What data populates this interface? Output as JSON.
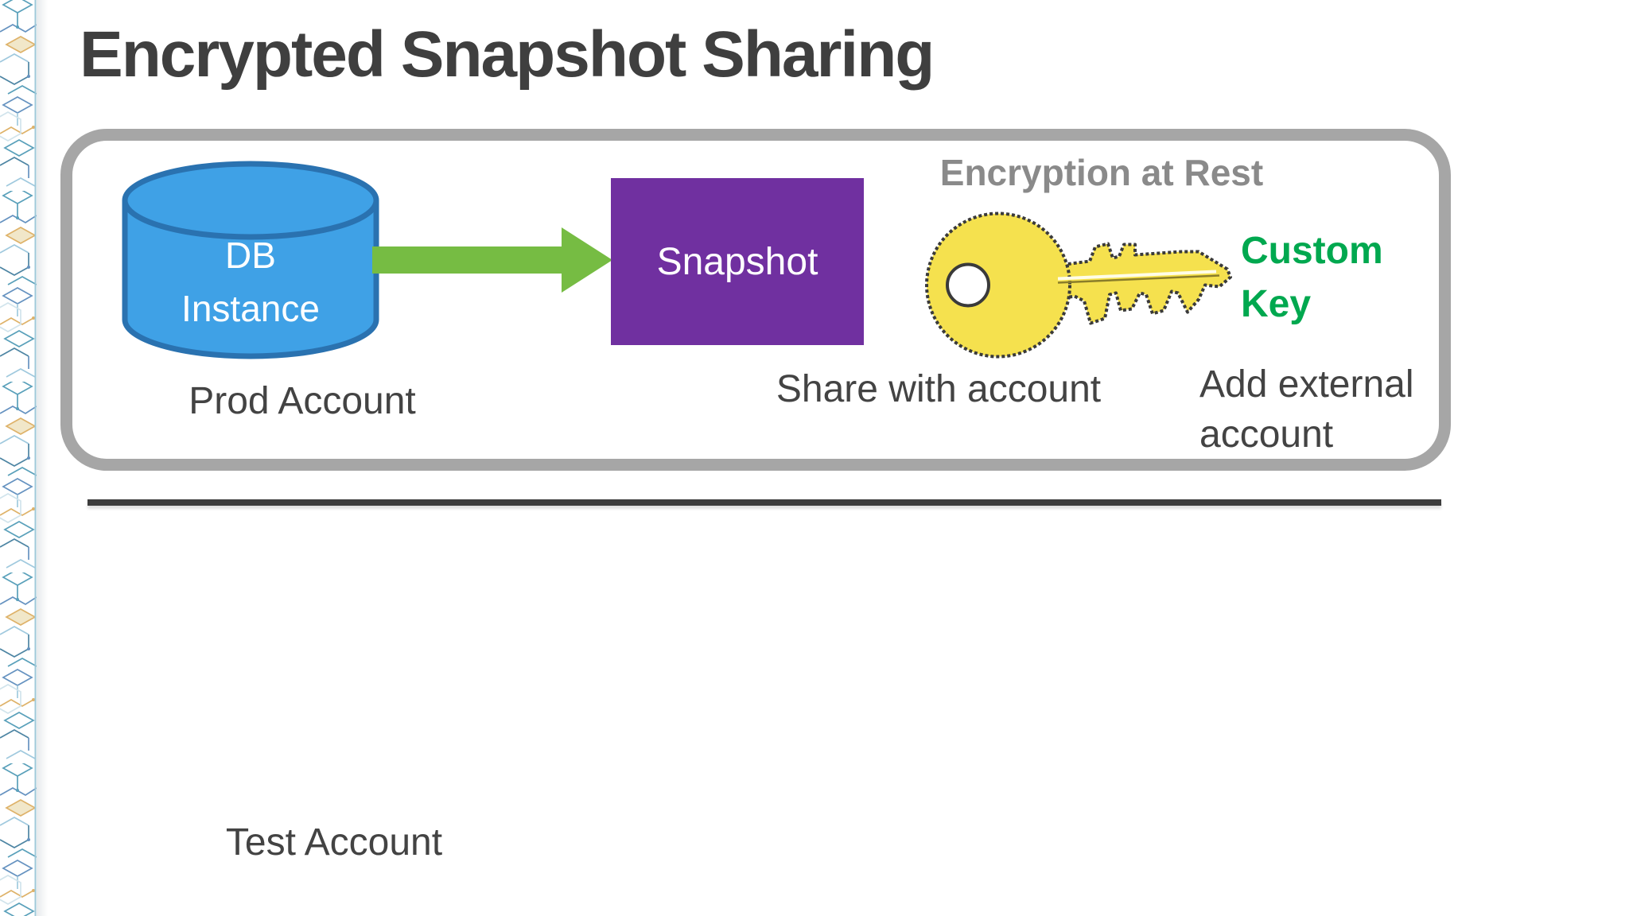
{
  "slide": {
    "title": "Encrypted Snapshot Sharing"
  },
  "prod_section": {
    "db_instance_label": "DB Instance",
    "snapshot_label": "Snapshot",
    "encryption_heading": "Encryption at Rest",
    "custom_key_label": "Custom Key",
    "account_label": "Prod Account",
    "share_note": "Share with account",
    "add_external_note": "Add external account"
  },
  "test_section": {
    "account_label": "Test Account"
  },
  "icons": {
    "key": "key-icon",
    "database": "database-cylinder-icon",
    "arrow": "flow-arrow-icon",
    "left_edge": "decorative-circuit-pattern"
  },
  "colors": {
    "title_text": "#3f3f3f",
    "body_text": "#434343",
    "muted_heading": "#8a8a8a",
    "box_border": "#a6a6a6",
    "db_blue": "#3fa1e6",
    "db_blue_border": "#2a72b0",
    "arrow_green": "#76bc43",
    "snapshot_purple": "#7030a0",
    "key_yellow": "#f5e14e",
    "custom_key_green": "#00a84f",
    "divider_dark": "#3d3d3d",
    "shape_text": "#ffffff"
  }
}
